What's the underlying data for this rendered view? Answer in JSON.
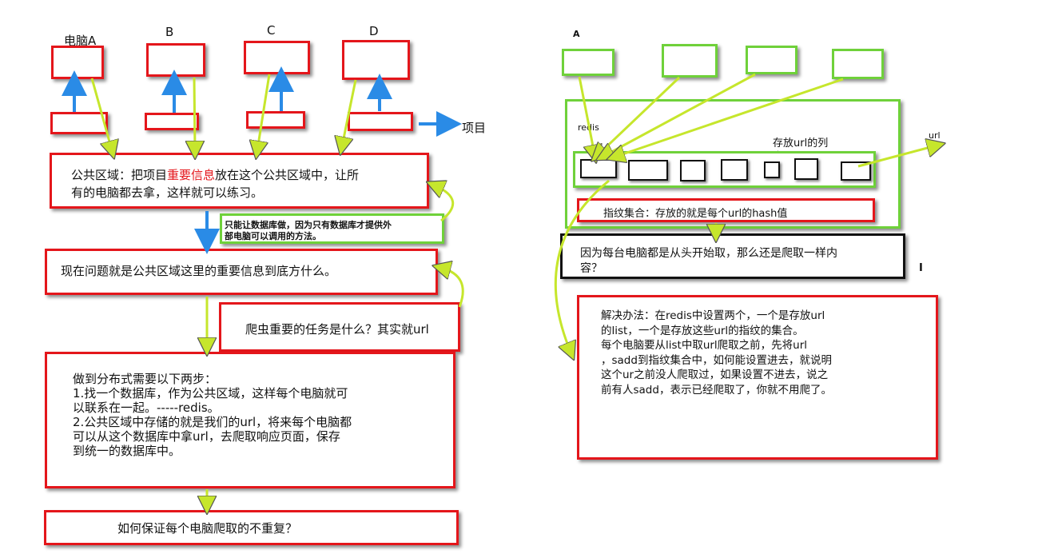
{
  "left": {
    "labels": {
      "a": "电脑A",
      "b": "B",
      "c": "C",
      "d": "D",
      "project": "项目"
    },
    "public_box": {
      "pre": "公共区域：把项目",
      "highlight": "重要信息",
      "post": "放在这个公共区域中，让所\n有的电脑都去拿，这样就可以练习。"
    },
    "db_note": "只能让数据库做，因为只有数据库才提供外\n部电脑可以调用的方法。",
    "question": "现在问题就是公共区域这里的重要信息到底方什么。",
    "crawler_task": "爬虫重要的任务是什么？其实就url",
    "steps": "做到分布式需要以下两步：\n1.找一个数据库，作为公共区域，这样每个电脑就可\n以联系在一起。-----redis。\n2.公共区域中存储的就是我们的url，将来每个电脑都\n可以从这个数据库中拿url，去爬取响应页面，保存\n到统一的数据库中。",
    "no_dup": "如何保证每个电脑爬取的不重复？"
  },
  "right": {
    "label_a": "A",
    "redis": "redis",
    "url_list_label": "存放url的列\n表",
    "url": "url",
    "fingerprint": "指纹集合：存放的就是每个url的hash值",
    "problem": "因为每台电脑都是从头开始取，那么还是爬取一样内\n容？",
    "solution": "解决办法：在redis中设置两个，一个是存放url\n的list，一个是存放这些url的指纹的集合。\n每个电脑要从list中取url爬取之前，先将url\n，sadd到指纹集合中，如何能设置进去，就说明\n这个ur之前没人爬取过，如果设置不进去，说之\n前有人sadd，表示已经爬取了，你就不用爬了。",
    "mark": "I"
  },
  "colors": {
    "red": "#e4161b",
    "green": "#6fd13a",
    "black": "#111111",
    "blue": "#2a8be6",
    "arrow_green": "#c6e62c"
  }
}
